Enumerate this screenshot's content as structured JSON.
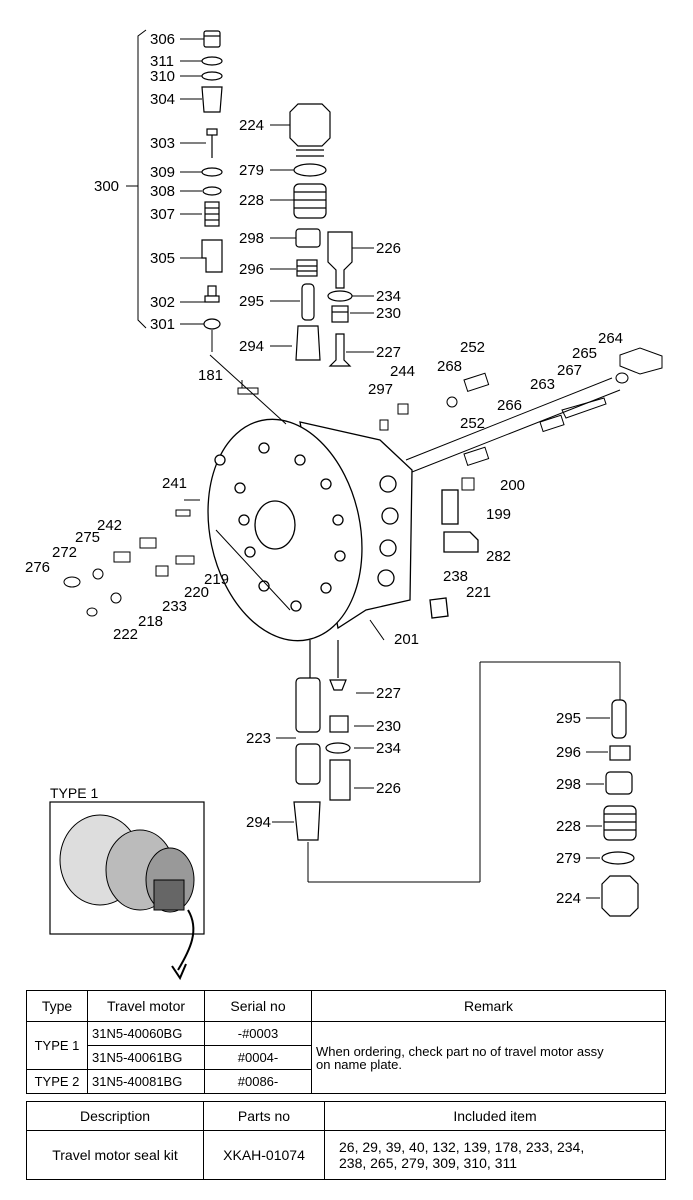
{
  "callouts": {
    "p306": "306",
    "p311": "311",
    "p310": "310",
    "p304": "304",
    "p303": "303",
    "p309": "309",
    "p308": "308",
    "p307": "307",
    "p305": "305",
    "p302": "302",
    "p301": "301",
    "p300": "300",
    "p224a": "224",
    "p279a": "279",
    "p228a": "228",
    "p298a": "298",
    "p226a": "226",
    "p296a": "296",
    "p234a": "234",
    "p295a": "295",
    "p230a": "230",
    "p294a": "294",
    "p227a": "227",
    "p181": "181",
    "p297": "297",
    "p244": "244",
    "p268": "268",
    "p252a": "252",
    "p252b": "252",
    "p264": "264",
    "p265": "265",
    "p267": "267",
    "p263": "263",
    "p266": "266",
    "p200": "200",
    "p199": "199",
    "p282": "282",
    "p238": "238",
    "p221": "221",
    "p201": "201",
    "p241": "241",
    "p242": "242",
    "p275": "275",
    "p272": "272",
    "p276": "276",
    "p219": "219",
    "p220": "220",
    "p233": "233",
    "p218": "218",
    "p222": "222",
    "p227b": "227",
    "p230b": "230",
    "p223": "223",
    "p234b": "234",
    "p226b": "226",
    "p294b": "294",
    "p295b": "295",
    "p296b": "296",
    "p298b": "298",
    "p228b": "228",
    "p279b": "279",
    "p224b": "224"
  },
  "type1_caption": "TYPE 1",
  "type_table": {
    "headers": [
      "Type",
      "Travel motor",
      "Serial no",
      "Remark"
    ],
    "rows": [
      {
        "type": "TYPE 1",
        "motor": "31N5-40060BG",
        "serial": "-#0003"
      },
      {
        "motor": "31N5-40061BG",
        "serial": "#0004-"
      },
      {
        "type": "TYPE 2",
        "motor": "31N5-40081BG",
        "serial": "#0086-"
      }
    ],
    "remark_line1": "When ordering, check part no of travel motor assy",
    "remark_line2": "on name plate."
  },
  "kit_table": {
    "headers": [
      "Description",
      "Parts no",
      "Included item"
    ],
    "description": "Travel motor seal kit",
    "parts_no": "XKAH-01074",
    "items_line1": "26, 29, 39, 40, 132, 139, 178, 233, 234,",
    "items_line2": "238, 265, 279, 309, 310, 311"
  }
}
